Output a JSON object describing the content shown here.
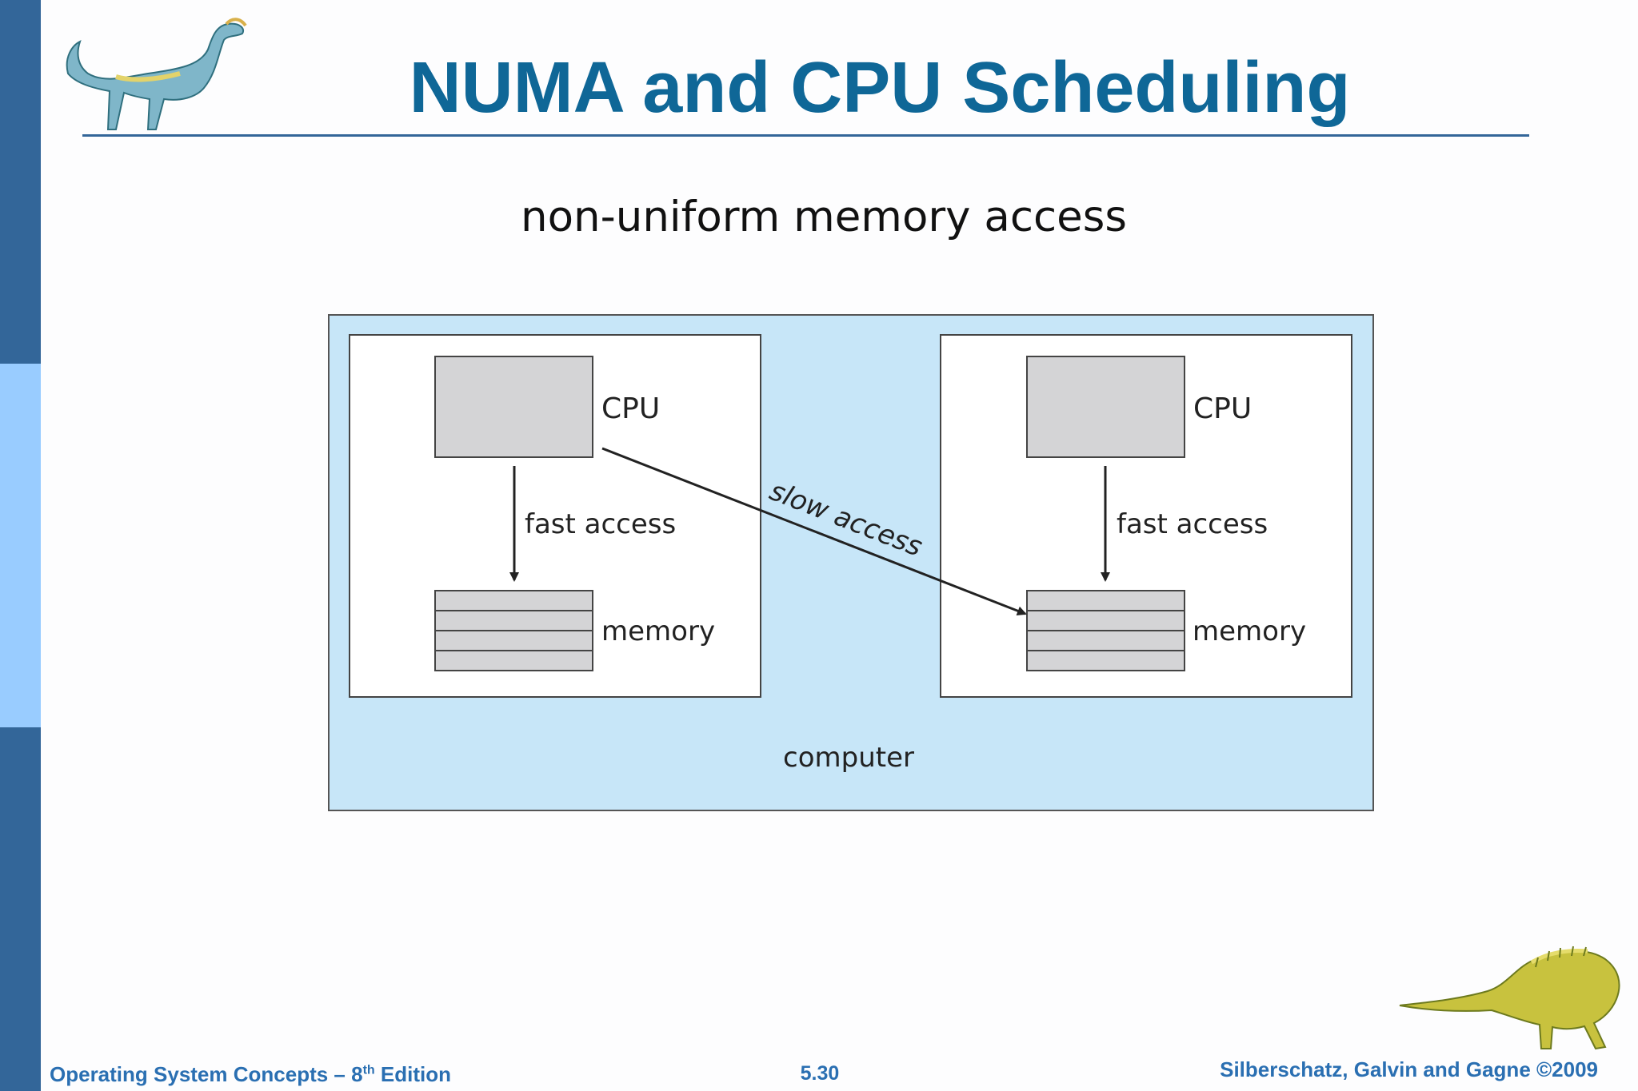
{
  "slide": {
    "title": "NUMA and CPU Scheduling",
    "subtitle": "non-uniform memory access"
  },
  "diagram": {
    "left_node": {
      "cpu_label": "CPU",
      "memory_label": "memory",
      "arrow_label": "fast access"
    },
    "right_node": {
      "cpu_label": "CPU",
      "memory_label": "memory",
      "arrow_label": "fast access"
    },
    "cross_label": "slow access",
    "container_label": "computer"
  },
  "footer": {
    "book_title": "Operating System Concepts – 8",
    "edition_sup": "th",
    "edition_suffix": " Edition",
    "page_number": "5.30",
    "copyright": "Silberschatz, Galvin and Gagne ©2009"
  },
  "colors": {
    "sidebar_dark": "#336699",
    "sidebar_light": "#99ccff",
    "title": "#0f6797",
    "footer_text": "#2a6fb2",
    "computer_bg": "#c7e6f8",
    "block_gray": "#d4d4d6"
  },
  "icons": [
    "dinosaur-top-left",
    "dinosaur-bottom-right"
  ]
}
